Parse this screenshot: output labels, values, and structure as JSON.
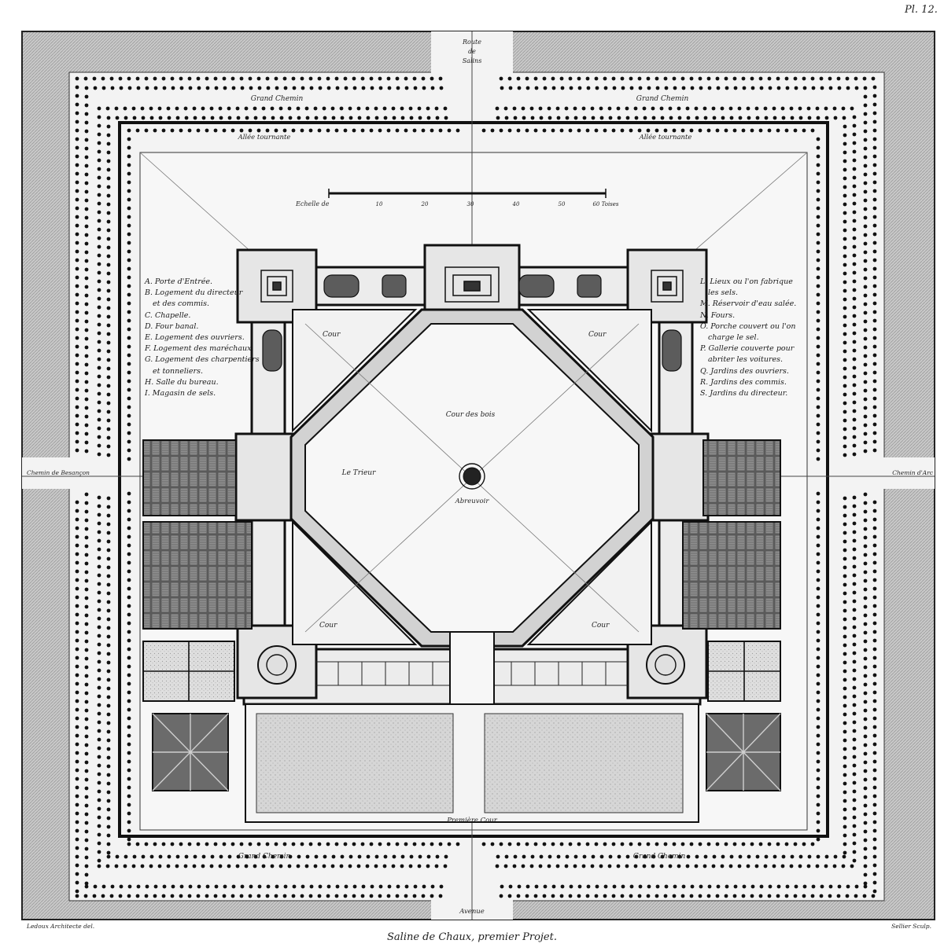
{
  "plate_number": "Pl. 12.",
  "title": "Saline de Chaux, premier Projet.",
  "artist_left": "Ledoux Architecte del.",
  "engraver_right": "Sellier Sculp.",
  "top_route": [
    "Route",
    "de",
    "Salins"
  ],
  "labels": {
    "grand_chemin": "Grand Chemin",
    "allee_tournante": "Allée tournante",
    "echelle": "Echelle de",
    "scale_ticks": [
      "10",
      "20",
      "30",
      "40",
      "50",
      "60 Toises"
    ],
    "chemin_arcs_left": "Chemin de Besançon",
    "chemin_arcs_right": "Chemin d'Arc",
    "cour": "Cour",
    "cour_des_bois": "Cour des bois",
    "le_trieur": "Le Trieur",
    "abreuvoir": "Abreuvoir",
    "premiere_cour": "Première Cour",
    "avenue": "Avenue"
  },
  "legend_left": [
    "A. Porte d'Entrée.",
    "B. Logement du directeur",
    "et des commis.",
    "C. Chapelle.",
    "D. Four banal.",
    "E. Logement des ouvriers.",
    "F. Logement des maréchaux.",
    "G. Logement des charpentiers",
    "et tonneliers.",
    "H. Salle du bureau.",
    "I. Magasin de sels."
  ],
  "legend_right": [
    "L. Lieux ou l'on fabrique",
    "les sels.",
    "M. Réservoir d'eau salée.",
    "N. Fours.",
    "O. Porche couvert ou l'on",
    "charge le sel.",
    "P. Gallerie couverte pour",
    "abriter les voitures.",
    "Q. Jardins des ouvriers.",
    "R. Jardins des commis.",
    "S. Jardins du directeur."
  ]
}
